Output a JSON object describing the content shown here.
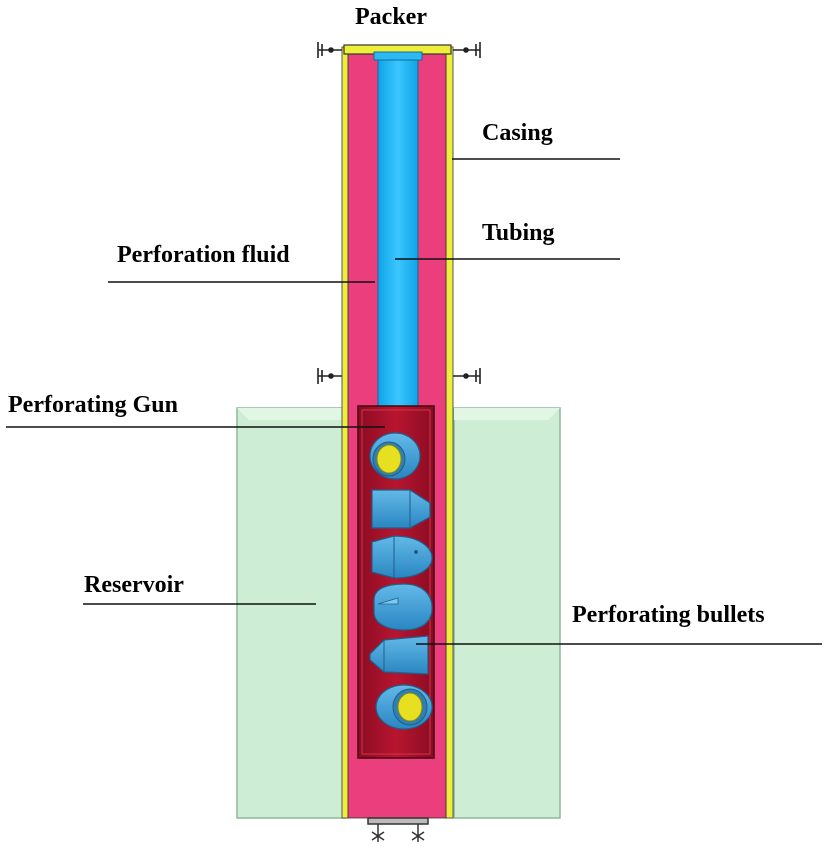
{
  "labels": {
    "packer": "Packer",
    "casing": "Casing",
    "tubing": "Tubing",
    "perforation_fluid": "Perforation fluid",
    "perforating_gun": "Perforating Gun",
    "reservoir": "Reservoir",
    "perforating_bullets": "Perforating bullets"
  },
  "colors": {
    "reservoir": "#cfeed6",
    "fluid": "#ea3f7c",
    "tubing": "#1ab0f0",
    "casing": "#f2f23a",
    "gun": "#a8102a",
    "bullet": "#3a9ed8",
    "bullet_core": "#e6e020"
  }
}
